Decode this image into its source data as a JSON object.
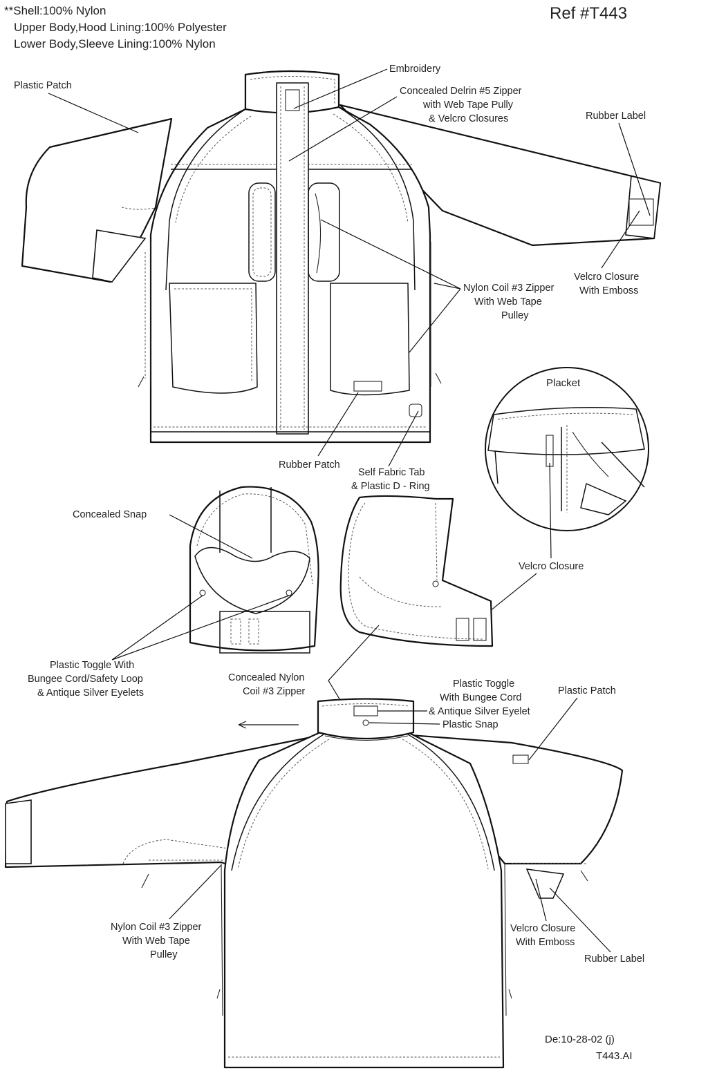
{
  "header": {
    "fabric_lines": [
      "**Shell:100% Nylon",
      "Upper Body,Hood Lining:100% Polyester",
      "Lower Body,Sleeve Lining:100% Nylon"
    ],
    "reference": "Ref #T443"
  },
  "front_view": {
    "embroidery": "Embroidery",
    "plastic_patch": "Plastic Patch",
    "zipper_main": [
      "Concealed Delrin #5  Zipper",
      "with Web Tape Pully",
      "& Velcro Closures"
    ],
    "rubber_label": "Rubber Label",
    "velcro_emboss": [
      "Velcro Closure",
      "With Emboss"
    ],
    "nylon_zipper": [
      "Nylon Coil #3 Zipper",
      "With Web Tape",
      "Pulley"
    ],
    "rubber_patch": "Rubber Patch",
    "self_fabric_tab": [
      "Self Fabric Tab",
      "& Plastic D - Ring"
    ]
  },
  "placket_detail": {
    "title": "Placket",
    "velcro": "Velcro Closure"
  },
  "hood_view": {
    "concealed_snap": "Concealed Snap",
    "toggle": [
      "Plastic Toggle With",
      "Bungee Cord/Safety Loop",
      "& Antique Silver Eyelets"
    ],
    "hood_zipper": [
      "Concealed Nylon",
      "Coil #3 Zipper"
    ]
  },
  "back_view": {
    "collar_toggle": [
      "Plastic Toggle",
      "With Bungee Cord",
      "& Antique Silver Eyelet"
    ],
    "plastic_snap": "Plastic Snap",
    "plastic_patch": "Plastic Patch",
    "nylon_zipper": [
      "Nylon Coil #3 Zipper",
      "With Web Tape",
      "Pulley"
    ],
    "velcro_emboss": [
      "Velcro Closure",
      "With Emboss"
    ],
    "rubber_label": "Rubber Label"
  },
  "footer": {
    "date": "De:10-28-02 (j)",
    "file": "T443.AI"
  }
}
